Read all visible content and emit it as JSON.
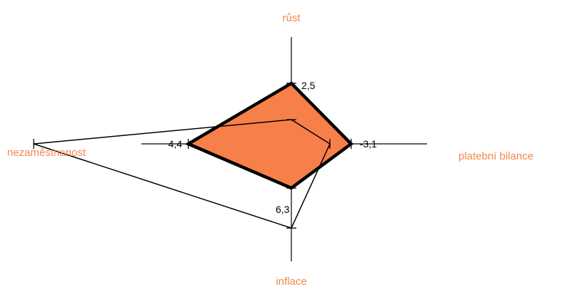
{
  "chart_data": {
    "type": "radar",
    "axes": [
      {
        "key": "growth",
        "label": "růst",
        "value": 2.5,
        "value_label": "2,5",
        "reference": 1.0
      },
      {
        "key": "balance",
        "label": "platební bilance",
        "value": -3.1,
        "value_label": "-3,1",
        "reference": -2.0
      },
      {
        "key": "inflation",
        "label": "inflace",
        "value": 6.3,
        "value_label": "6,3",
        "reference": 12.0
      },
      {
        "key": "unemployment",
        "label": "nezaměstnanost",
        "value": 4.4,
        "value_label": "4,4",
        "reference": 11.0
      }
    ],
    "series": [
      {
        "values": [
          2.5,
          -3.1,
          6.3,
          4.4
        ],
        "fill": "#f7804a",
        "stroke": "#000000"
      },
      {
        "values": [
          1.0,
          -2.0,
          12.0,
          11.0
        ],
        "fill": "none",
        "stroke": "#000000"
      }
    ],
    "colors": {
      "axis_label": "#f08a4b",
      "area": "#f7804a",
      "line": "#000000"
    }
  }
}
